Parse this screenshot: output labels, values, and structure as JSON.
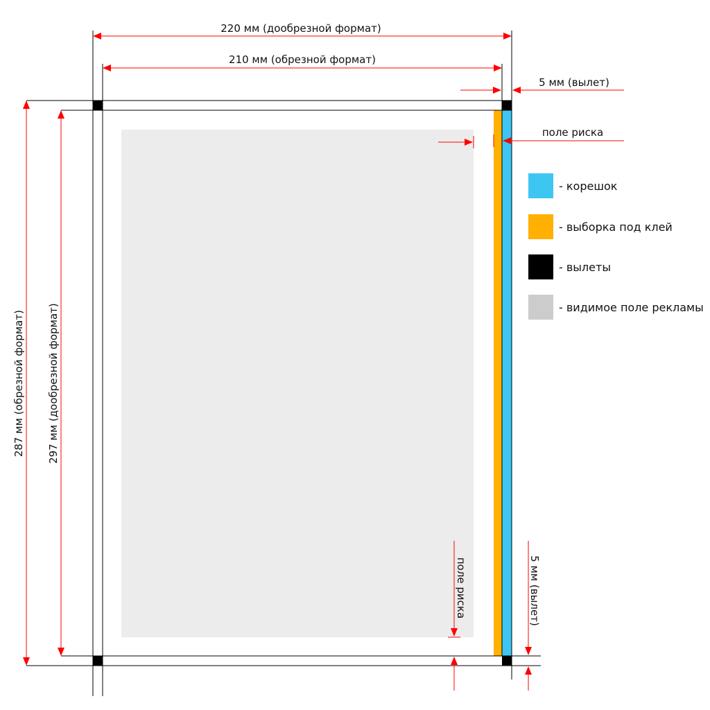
{
  "colors": {
    "spine": "#3ec6f2",
    "glue": "#ffb000",
    "bleed": "#000000",
    "visible": "#ececec",
    "legend_visible": "#cccccc",
    "arrow": "#ff0000"
  },
  "dimensions": {
    "untrimmed_width": "220 мм (дообрезной формат)",
    "trimmed_width": "210 мм (обрезной формат)",
    "bleed_right": "5 мм (вылет)",
    "risk_top": "поле риска",
    "trimmed_height": "287 мм (обрезной формат)",
    "untrimmed_height": "297 мм (дообрезной формат)",
    "risk_bottom": "поле риска",
    "bleed_bottom": "5 мм (вылет)"
  },
  "legend": {
    "items": [
      {
        "label": "- корешок",
        "color": "#3ec6f2"
      },
      {
        "label": "- выборка под клей",
        "color": "#ffb000"
      },
      {
        "label": "- вылеты",
        "color": "#000000"
      },
      {
        "label": "- видимое поле рекламы",
        "color": "#cccccc"
      }
    ]
  }
}
